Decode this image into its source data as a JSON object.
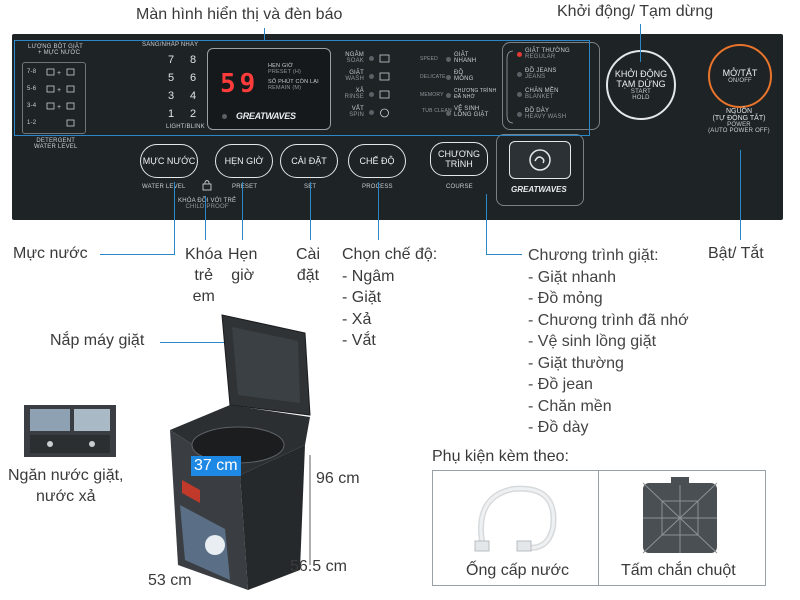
{
  "annotations": {
    "display": "Màn hình hiển thị và đèn báo",
    "start_pause": "Khởi động/ Tạm dừng",
    "water_level": "Mực nước",
    "child_lock": [
      "Khóa",
      "trẻ",
      "em"
    ],
    "timer": [
      "Hẹn",
      "giờ"
    ],
    "settings": [
      "Cài",
      "đặt"
    ],
    "mode": {
      "title": "Chọn chế độ:",
      "items": [
        "- Ngâm",
        "- Giặt",
        "- Xả",
        "- Vắt"
      ]
    },
    "program": {
      "title": "Chương trình giặt:",
      "items": [
        "- Giặt nhanh",
        "- Đồ mỏng",
        "- Chương trình đã nhớ",
        "- Vệ sinh lồng giặt",
        "- Giặt thường",
        "- Đồ jean",
        "- Chăn mền",
        "- Đồ dày"
      ]
    },
    "power": "Bật/ Tắt",
    "lid": "Nắp máy giặt",
    "drawer": [
      "Ngăn nước giặt,",
      "nước xả"
    ],
    "accessories_title": "Phụ kiện kèm theo:",
    "hose": "Ống cấp nước",
    "mouse_guard": "Tấm chắn chuột"
  },
  "dimensions": {
    "drum_diameter": "37 cm",
    "height": "96 cm",
    "width": "53 cm",
    "depth": "56.5 cm"
  },
  "panel": {
    "water_level_title": [
      "LƯỢNG BỘT GIẶT",
      "+ MỰC NƯỚC"
    ],
    "water_levels": [
      "7-8",
      "5-6",
      "3-4",
      "1-2"
    ],
    "detergent_label": [
      "DETERGENT",
      "WATER LEVEL"
    ],
    "keypad_title": "SÁNG/NHẤP NHÁY",
    "keypad_left": [
      "7",
      "5",
      "3",
      "1"
    ],
    "keypad_right": [
      "8",
      "6",
      "4",
      "2"
    ],
    "keypad_bottom": "LIGHT/BLINK",
    "display_value": "59",
    "display_preset": [
      "HẸN GIỜ",
      "PRESET (H)"
    ],
    "display_remain": [
      "SỐ PHÚT CÒN LẠI",
      "REMAIN (M)"
    ],
    "display_brand": "GREATWAVES",
    "process_steps": [
      [
        "NGÂM",
        "SOAK"
      ],
      [
        "GIẶT",
        "WASH"
      ],
      [
        "XẢ",
        "RINSE"
      ],
      [
        "VẮT",
        "SPIN"
      ]
    ],
    "course_left": [
      [
        "SPEED",
        "GIẶT",
        "NHANH"
      ],
      [
        "DELICATE",
        "ĐỒ",
        "MỎNG"
      ],
      [
        "MEMORY",
        "CHƯƠNG TRÌNH",
        "ĐÃ NHỚ"
      ],
      [
        "TUB CLEAN",
        "VỆ SINH",
        "LỒNG GIẶT"
      ]
    ],
    "course_right": [
      [
        "GIẶT THƯỜNG",
        "REGULAR"
      ],
      [
        "ĐỒ JEANS",
        "JEANS"
      ],
      [
        "CHĂN MỀN",
        "BLANKET"
      ],
      [
        "ĐỒ DÀY",
        "HEAVY WASH"
      ]
    ],
    "buttons": {
      "water": "MỰC NƯỚC",
      "water_sub": "WATER LEVEL",
      "preset": "HẸN GIỜ",
      "preset_sub": "PRESET",
      "set": "CÀI ĐẶT",
      "set_sub": "SET",
      "process": "CHẾ ĐỘ",
      "process_sub": "PROCESS",
      "course": [
        "CHƯƠNG",
        "TRÌNH"
      ],
      "course_sub": "COURSE",
      "child_lock": [
        "KHÓA ĐỒI VỚI TRẺ",
        "CHILD PROOF"
      ],
      "brand": "GREATWAVES"
    },
    "start_button": [
      "KHỞI ĐỘNG",
      "TẠM DỪNG",
      "START",
      "HOLD"
    ],
    "power_button": [
      "MỞ/TẮT",
      "ON/OFF"
    ],
    "power_label": [
      "NGUỒN",
      "(TỰ ĐỘNG TẮT)",
      "POWER",
      "(AUTO POWER OFF)"
    ]
  },
  "colors": {
    "callout": "#2a87c8",
    "panel": "#1e2326",
    "led_on": "#e53935",
    "power_ring": "#e8742a"
  }
}
